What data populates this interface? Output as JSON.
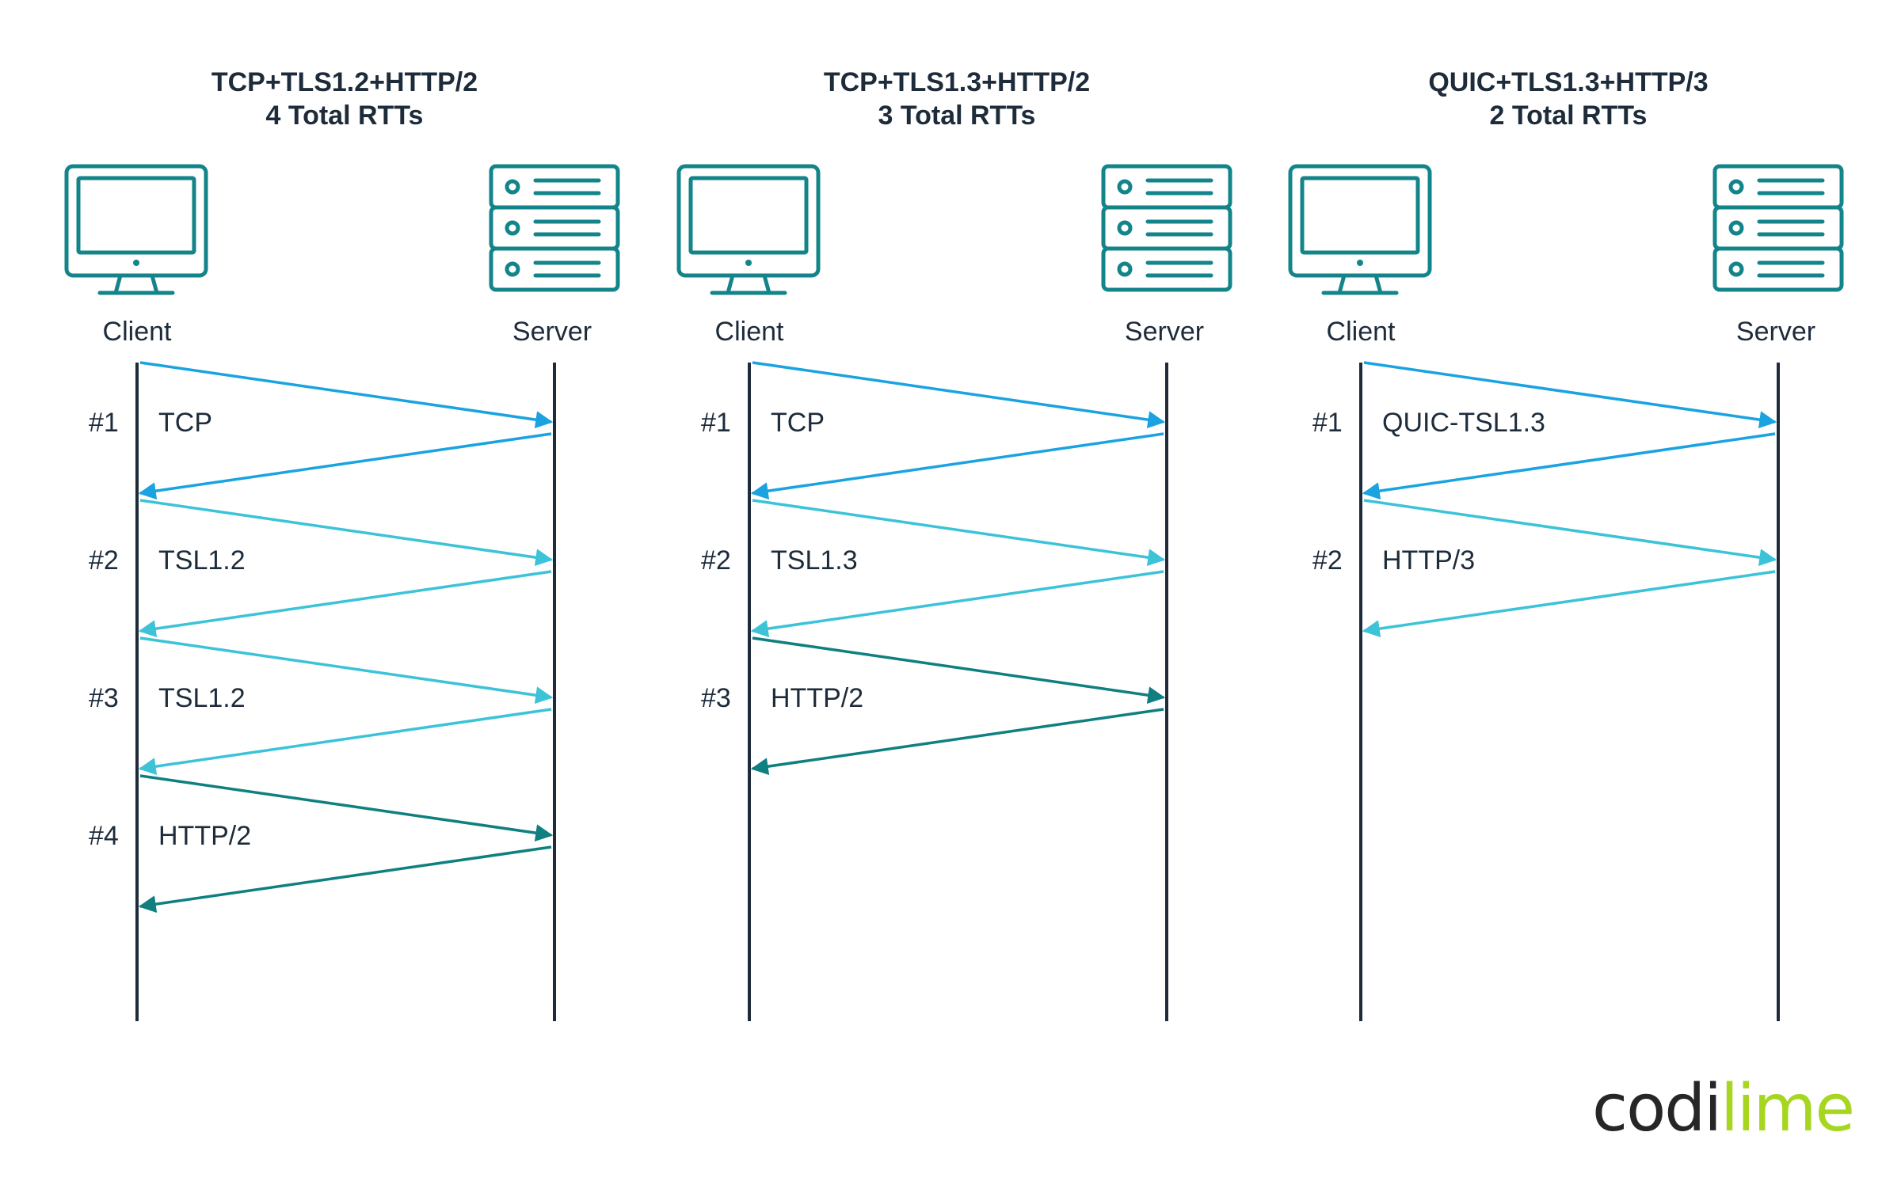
{
  "colors": {
    "icon": "#13858a",
    "lifeline": "#1d2b3a",
    "blue": "#1aa3e0",
    "cyan": "#3cc3d8",
    "teal": "#0f7f80",
    "logo_dark": "#262626",
    "logo_green": "#a6d620"
  },
  "panels": [
    {
      "title_line1": "TCP+TLS1.2+HTTP/2",
      "title_line2": "4 Total RTTs",
      "client_label": "Client",
      "server_label": "Server",
      "client_icon": "monitor-icon",
      "server_icon": "server-rack-icon",
      "steps": [
        {
          "number": "#1",
          "label": "TCP",
          "color": "blue"
        },
        {
          "number": "#2",
          "label": "TSL1.2",
          "color": "cyan"
        },
        {
          "number": "#3",
          "label": "TSL1.2",
          "color": "cyan"
        },
        {
          "number": "#4",
          "label": "HTTP/2",
          "color": "teal"
        }
      ]
    },
    {
      "title_line1": "TCP+TLS1.3+HTTP/2",
      "title_line2": "3 Total RTTs",
      "client_label": "Client",
      "server_label": "Server",
      "client_icon": "monitor-icon",
      "server_icon": "server-rack-icon",
      "steps": [
        {
          "number": "#1",
          "label": "TCP",
          "color": "blue"
        },
        {
          "number": "#2",
          "label": "TSL1.3",
          "color": "cyan"
        },
        {
          "number": "#3",
          "label": "HTTP/2",
          "color": "teal"
        }
      ]
    },
    {
      "title_line1": "QUIC+TLS1.3+HTTP/3",
      "title_line2": "2 Total RTTs",
      "client_label": "Client",
      "server_label": "Server",
      "client_icon": "monitor-icon",
      "server_icon": "server-rack-icon",
      "steps": [
        {
          "number": "#1",
          "label": "QUIC-TSL1.3",
          "color": "blue"
        },
        {
          "number": "#2",
          "label": "HTTP/3",
          "color": "cyan"
        }
      ]
    }
  ],
  "logo": {
    "part1": "codi",
    "part2": "lime"
  }
}
